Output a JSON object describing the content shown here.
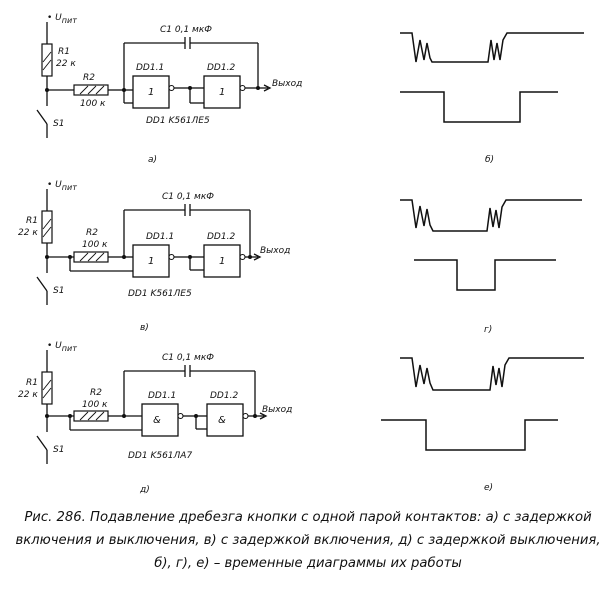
{
  "panels": [
    {
      "tag": "a)",
      "vsup": "• U",
      "vsub": "пит",
      "r1": "R1",
      "r1v": "22 к",
      "r2": "R2",
      "r2v": "100 к",
      "cap": "C1 0,1 мкФ",
      "g1": "DD1.1",
      "g2": "DD1.2",
      "gsym": "1",
      "out": "Выход",
      "sw": "S1",
      "chip": "DD1  K561ЛЕ5"
    },
    {
      "tag": "в)",
      "vsup": "• U",
      "vsub": "пит",
      "r1": "R1",
      "r1v": "22 к",
      "r2": "R2",
      "r2v": "100 к",
      "cap": "C1 0,1 мкФ",
      "g1": "DD1.1",
      "g2": "DD1.2",
      "gsym": "1",
      "out": "Выход",
      "sw": "S1",
      "chip": "DD1  K561ЛЕ5"
    },
    {
      "tag": "д)",
      "vsup": "• U",
      "vsub": "пит",
      "r1": "R1",
      "r1v": "22 к",
      "r2": "R2",
      "r2v": "100 к",
      "cap": "C1 0,1 мкФ",
      "g1": "DD1.1",
      "g2": "DD1.2",
      "gsym": "&",
      "out": "Выход",
      "sw": "S1",
      "chip": "DD1  K561ЛА7"
    }
  ],
  "timing": [
    {
      "tag": "б)",
      "output_low_level": "between bounce bursts"
    },
    {
      "tag": "г)",
      "output_low_level": "after second bounce start"
    },
    {
      "tag": "е)",
      "output_low_level": "from first bounce to second bounce end"
    }
  ],
  "caption": "Рис. 286. Подавление дребезга кнопки с одной парой контактов: а) с задержкой включения и выключения, в) с задержкой включения, д) с задержкой выключения, б), г), е) – временные диаграммы их работы"
}
